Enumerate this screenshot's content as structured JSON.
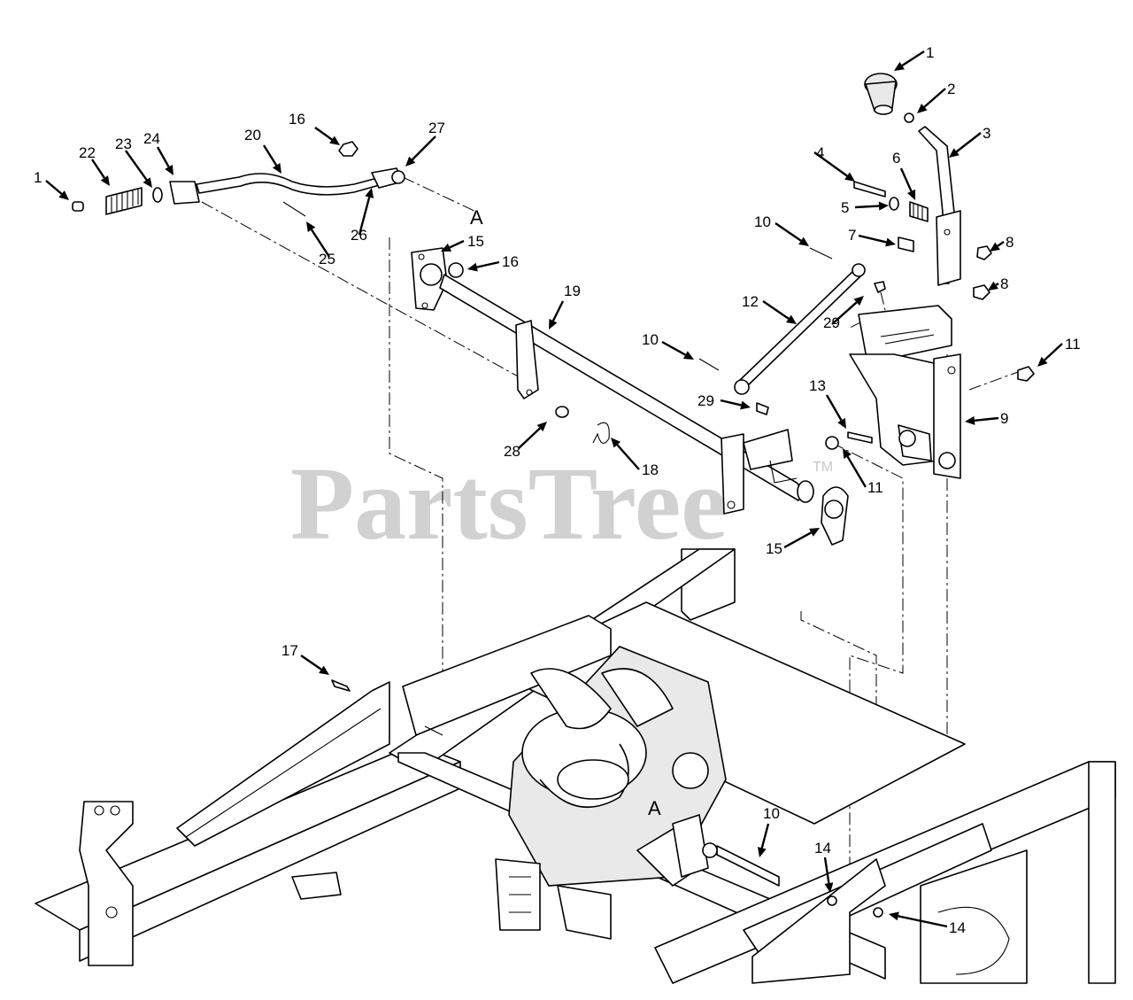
{
  "watermark": {
    "text": "PartsTree",
    "tm": "TM"
  },
  "reference_labels": [
    "A",
    "A"
  ],
  "callouts": [
    {
      "id": "c1a",
      "label": "1"
    },
    {
      "id": "c2",
      "label": "2"
    },
    {
      "id": "c3",
      "label": "3"
    },
    {
      "id": "c4",
      "label": "4"
    },
    {
      "id": "c5",
      "label": "5"
    },
    {
      "id": "c6",
      "label": "6"
    },
    {
      "id": "c7",
      "label": "7"
    },
    {
      "id": "c8a",
      "label": "8"
    },
    {
      "id": "c8b",
      "label": "8"
    },
    {
      "id": "c9",
      "label": "9"
    },
    {
      "id": "c10a",
      "label": "10"
    },
    {
      "id": "c10b",
      "label": "10"
    },
    {
      "id": "c10c",
      "label": "10"
    },
    {
      "id": "c11a",
      "label": "11"
    },
    {
      "id": "c11b",
      "label": "11"
    },
    {
      "id": "c12",
      "label": "12"
    },
    {
      "id": "c13",
      "label": "13"
    },
    {
      "id": "c14a",
      "label": "14"
    },
    {
      "id": "c14b",
      "label": "14"
    },
    {
      "id": "c15a",
      "label": "15"
    },
    {
      "id": "c15b",
      "label": "15"
    },
    {
      "id": "c16a",
      "label": "16"
    },
    {
      "id": "c16b",
      "label": "16"
    },
    {
      "id": "c17",
      "label": "17"
    },
    {
      "id": "c18",
      "label": "18"
    },
    {
      "id": "c19",
      "label": "19"
    },
    {
      "id": "c20",
      "label": "20"
    },
    {
      "id": "c1b",
      "label": "1"
    },
    {
      "id": "c22",
      "label": "22"
    },
    {
      "id": "c23",
      "label": "23"
    },
    {
      "id": "c24",
      "label": "24"
    },
    {
      "id": "c25",
      "label": "25"
    },
    {
      "id": "c26",
      "label": "26"
    },
    {
      "id": "c27",
      "label": "27"
    },
    {
      "id": "c28",
      "label": "28"
    },
    {
      "id": "c29a",
      "label": "29"
    },
    {
      "id": "c29b",
      "label": "29"
    }
  ]
}
